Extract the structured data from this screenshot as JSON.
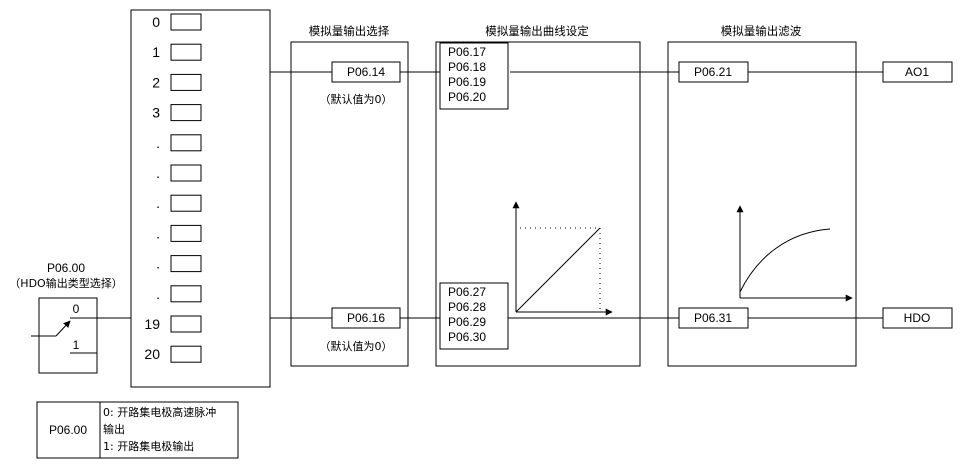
{
  "channels": [
    "0",
    "1",
    "2",
    "3",
    ".",
    ".",
    ".",
    ".",
    ".",
    ".",
    "19",
    "20"
  ],
  "sections": {
    "select_title": "模拟量输出选择",
    "curve_title": "模拟量输出曲线设定",
    "filter_title": "模拟量输出滤波"
  },
  "params": {
    "p0614": "P06.14",
    "p0616": "P06.16",
    "default_top": "（默认值为0）",
    "default_bottom": "（默认值为0）",
    "curve_top": [
      "P06.17",
      "P06.18",
      "P06.19",
      "P06.20"
    ],
    "curve_bottom": [
      "P06.27",
      "P06.28",
      "P06.29",
      "P06.30"
    ],
    "p0621": "P06.21",
    "p0631": "P06.31"
  },
  "outputs": {
    "ao1": "AO1",
    "hdo": "HDO"
  },
  "hdo_type": {
    "code": "P06.00",
    "desc": "（HDO输出类型选择）",
    "opt0": "0",
    "opt1": "1"
  },
  "legend": {
    "code": "P06.00",
    "lines": [
      "0: 开路集电极高速脉冲",
      "输出",
      "1: 开路集电极输出"
    ]
  }
}
